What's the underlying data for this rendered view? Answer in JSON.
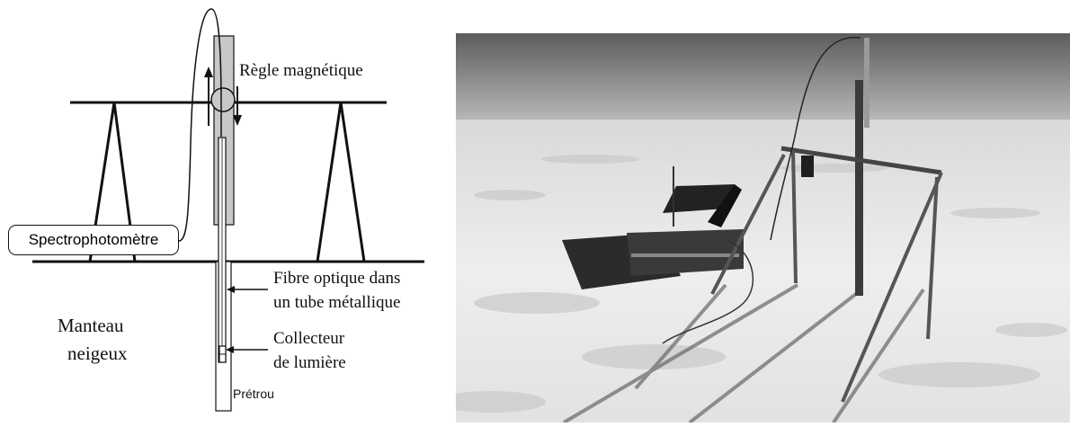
{
  "diagram": {
    "labels": {
      "regle": "Règle magnétique",
      "spectro": "Spectrophotomètre",
      "fibre_line1": "Fibre optique dans",
      "fibre_line2": "un tube métallique",
      "manteau_line1": "Manteau",
      "manteau_line2": "neigeux",
      "collecteur_line1": "Collecteur",
      "collecteur_line2": "de lumière",
      "pretrou": "Prétrou"
    },
    "colors": {
      "rule_fill": "#c8c8c8",
      "line": "#111111"
    }
  },
  "photo": {
    "colors": {
      "sky_top": "#5f5f5f",
      "sky_bottom": "#b4b4b4",
      "snow": "#ececec",
      "shadow": "#6a6a6a",
      "equipment": "#2a2a2a"
    }
  }
}
